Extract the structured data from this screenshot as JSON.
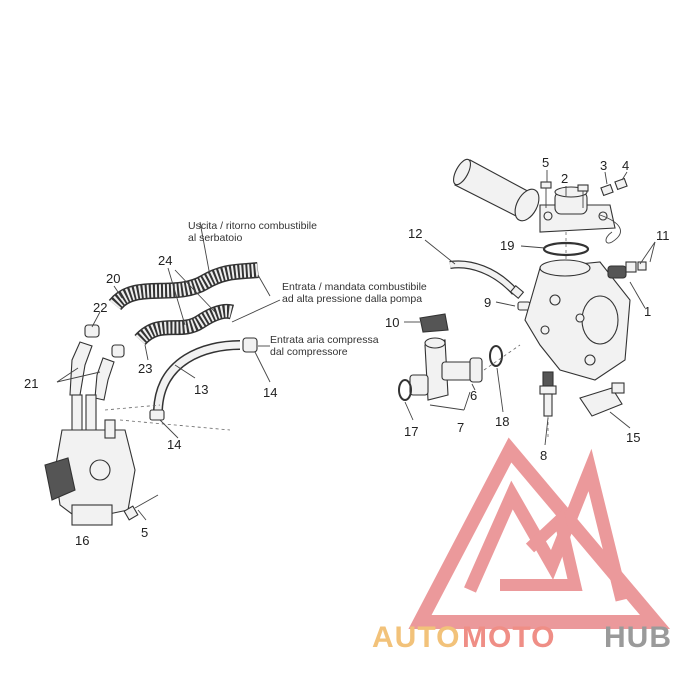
{
  "labels": {
    "n1": "1",
    "n2": "2",
    "n3": "3",
    "n4": "4",
    "n5a": "5",
    "n5b": "5",
    "n6": "6",
    "n7": "7",
    "n8": "8",
    "n9": "9",
    "n10": "10",
    "n11": "11",
    "n12": "12",
    "n13": "13",
    "n14a": "14",
    "n14b": "14",
    "n15": "15",
    "n16": "16",
    "n17": "17",
    "n18": "18",
    "n19": "19",
    "n20": "20",
    "n21": "21",
    "n22": "22",
    "n23": "23",
    "n24": "24"
  },
  "annotations": {
    "return_line1": "Uscita / ritorno combustibile",
    "return_line2": "al serbatoio",
    "feed_line1": "Entrata / mandata combustibile",
    "feed_line2": "ad  alta pressione dalla pompa",
    "air_line1": "Entrata aria compressa",
    "air_line2": "dal compressore"
  },
  "watermark": {
    "part1": "AUTO",
    "part2": "MOTO",
    "part3": "HUB",
    "colors": {
      "logo": "#e8888a",
      "auto": "#f2c27a",
      "moto": "#ef8e86",
      "hub": "#9a9a9a"
    }
  }
}
